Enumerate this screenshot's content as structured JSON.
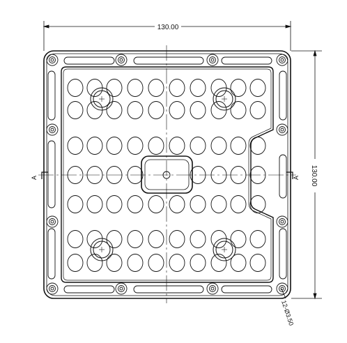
{
  "dimensions": {
    "width": "130.00",
    "height": "130.00",
    "hole_callout": "12-Ø3.50"
  },
  "section": {
    "left_label": "A",
    "right_label": "A"
  },
  "colors": {
    "line": "#111111",
    "background": "#ffffff"
  }
}
